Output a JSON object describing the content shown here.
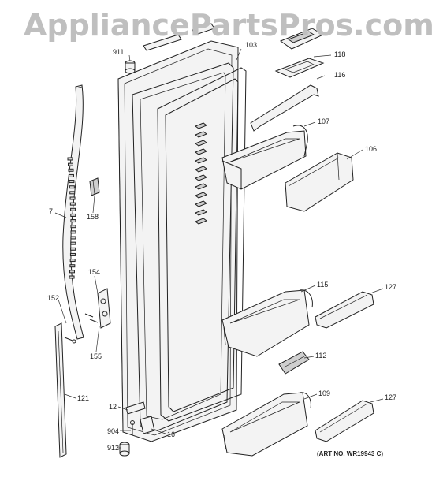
{
  "watermark": "AppliancePartsPros.com",
  "art_number": "(ART NO. WR19943 C)",
  "labels": {
    "p911": "911",
    "p103": "103",
    "p118": "118",
    "p116": "116",
    "p107": "107",
    "p106": "106",
    "p7": "7",
    "p158": "158",
    "p154": "154",
    "p152": "152",
    "p155": "155",
    "p115": "115",
    "p127a": "127",
    "p112": "112",
    "p109": "109",
    "p127b": "127",
    "p121": "121",
    "p12": "12",
    "p904": "904",
    "p16": "16",
    "p912": "912"
  }
}
